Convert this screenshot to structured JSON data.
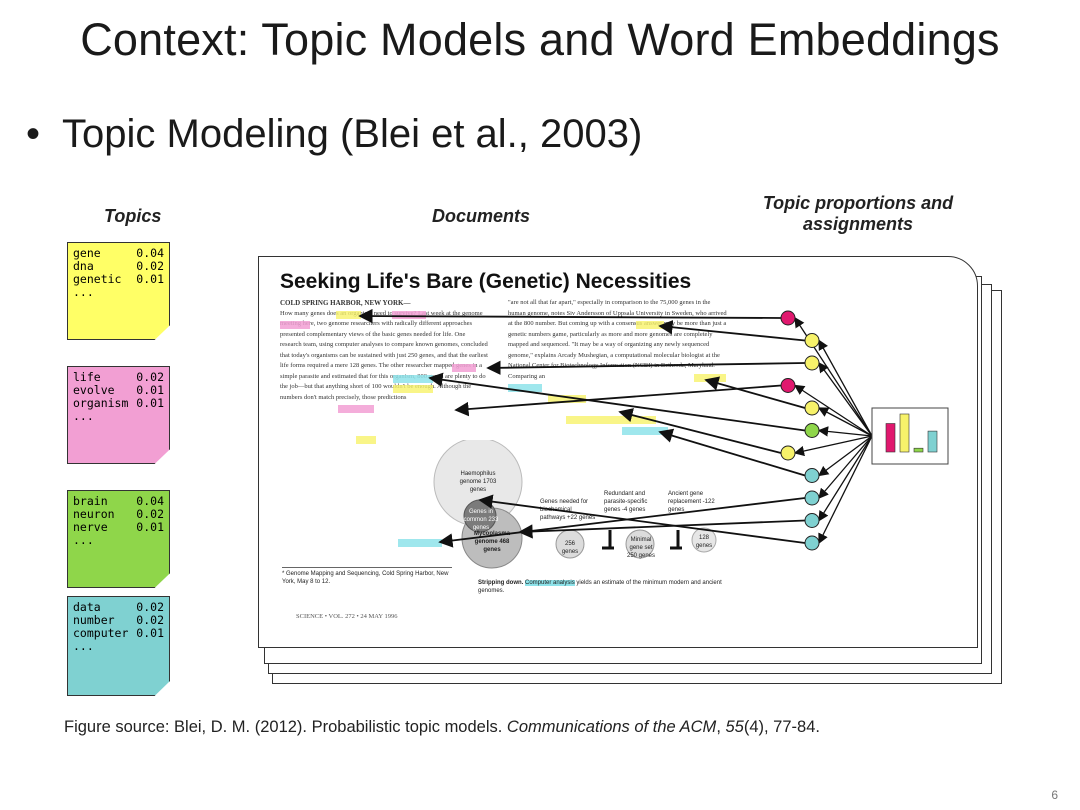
{
  "slide": {
    "title": "Context: Topic Models and Word Embeddings",
    "bullet": "Topic Modeling (Blei et al., 2003)",
    "page_number": "6"
  },
  "figure": {
    "headers": {
      "topics": "Topics",
      "documents": "Documents",
      "proportions_line1": "Topic proportions and",
      "proportions_line2": "assignments"
    },
    "topics": [
      {
        "color": "#ffff66",
        "words": [
          [
            "gene",
            "0.04"
          ],
          [
            "dna",
            "0.02"
          ],
          [
            "genetic",
            "0.01"
          ]
        ],
        "ellipsis": "..."
      },
      {
        "color": "#f29fd3",
        "words": [
          [
            "life",
            "0.02"
          ],
          [
            "evolve",
            "0.01"
          ],
          [
            "organism",
            "0.01"
          ]
        ],
        "ellipsis": "..."
      },
      {
        "color": "#8fd64a",
        "words": [
          [
            "brain",
            "0.04"
          ],
          [
            "neuron",
            "0.02"
          ],
          [
            "nerve",
            "0.01"
          ]
        ],
        "ellipsis": "..."
      },
      {
        "color": "#7fd1d1",
        "words": [
          [
            "data",
            "0.02"
          ],
          [
            "number",
            "0.02"
          ],
          [
            "computer",
            "0.01"
          ]
        ],
        "ellipsis": "..."
      }
    ],
    "document": {
      "title": "Seeking Life's Bare (Genetic) Necessities",
      "dateline": "COLD SPRING HARBOR, NEW YORK—",
      "col1": "How many genes does an organism need to survive? Last week at the genome meeting here, two genome researchers with radically different approaches presented complementary views of the basic genes needed for life. One research team, using computer analyses to compare known genomes, concluded that today's organisms can be sustained with just 250 genes, and that the earliest life forms required a mere 128 genes. The other researcher mapped genes in a simple parasite and estimated that for this organism, 800 genes are plenty to do the job—but that anything short of 100 wouldn't be enough. Although the numbers don't match precisely, those predictions",
      "col2": "\"are not all that far apart,\" especially in comparison to the 75,000 genes in the human genome, notes Siv Andersson of Uppsala University in Sweden, who arrived at the 800 number. But coming up with a consensus answer may be more than just a genetic numbers game, particularly as more and more genomes are completely mapped and sequenced. \"It may be a way of organizing any newly sequenced genome,\" explains Arcady Mushegian, a computational molecular biologist at the National Center for Biotechnology Information (NCBI) in Bethesda, Maryland. Comparing an",
      "footnote": "* Genome Mapping and Sequencing, Cold Spring Harbor, New York, May 8 to 12.",
      "figure_caption_bold": "Stripping down.",
      "figure_caption_hl": "Computer analysis",
      "figure_caption_rest": "yields an estimate of the minimum modern and ancient genomes.",
      "footer": "SCIENCE • VOL. 272 • 24 MAY 1996",
      "circle_big": "Haemophilus genome 1703 genes",
      "circle_mid": "Mycoplasma genome 468 genes",
      "circle_overlap": "Genes in common 233 genes",
      "circle_small1": "256 genes",
      "circle_small2": "Minimal gene set 250 genes",
      "circle_small3": "128 genes",
      "lbl_a": "Genes needed for biochemical pathways +22 genes",
      "lbl_b": "Redundant and parasite-specific genes -4 genes",
      "lbl_c": "Ancient gene replacement -122 genes"
    },
    "proportion_dots": [
      "#e0186e",
      "#f7f26a",
      "#f7f26a",
      "#e0186e",
      "#f7f26a",
      "#8fd64a",
      "#f7f26a",
      "#7fd1d1",
      "#7fd1d1",
      "#7fd1d1",
      "#7fd1d1"
    ],
    "bars": [
      {
        "color": "#e0186e",
        "value": 0.75
      },
      {
        "color": "#f7f26a",
        "value": 1.0
      },
      {
        "color": "#8fd64a",
        "value": 0.1
      },
      {
        "color": "#7fd1d1",
        "value": 0.55
      }
    ],
    "highlight_colors": {
      "yellow": "#f7f26a",
      "pink": "#f29fd3",
      "green": "#8fd64a",
      "cyan": "#8ee3ea"
    }
  },
  "caption": {
    "prefix": "Figure source: Blei, D. M. (2012). Probabilistic topic models. ",
    "journal": "Communications of the ACM",
    "sep": ", ",
    "volume": "55",
    "rest": "(4), 77-84."
  }
}
